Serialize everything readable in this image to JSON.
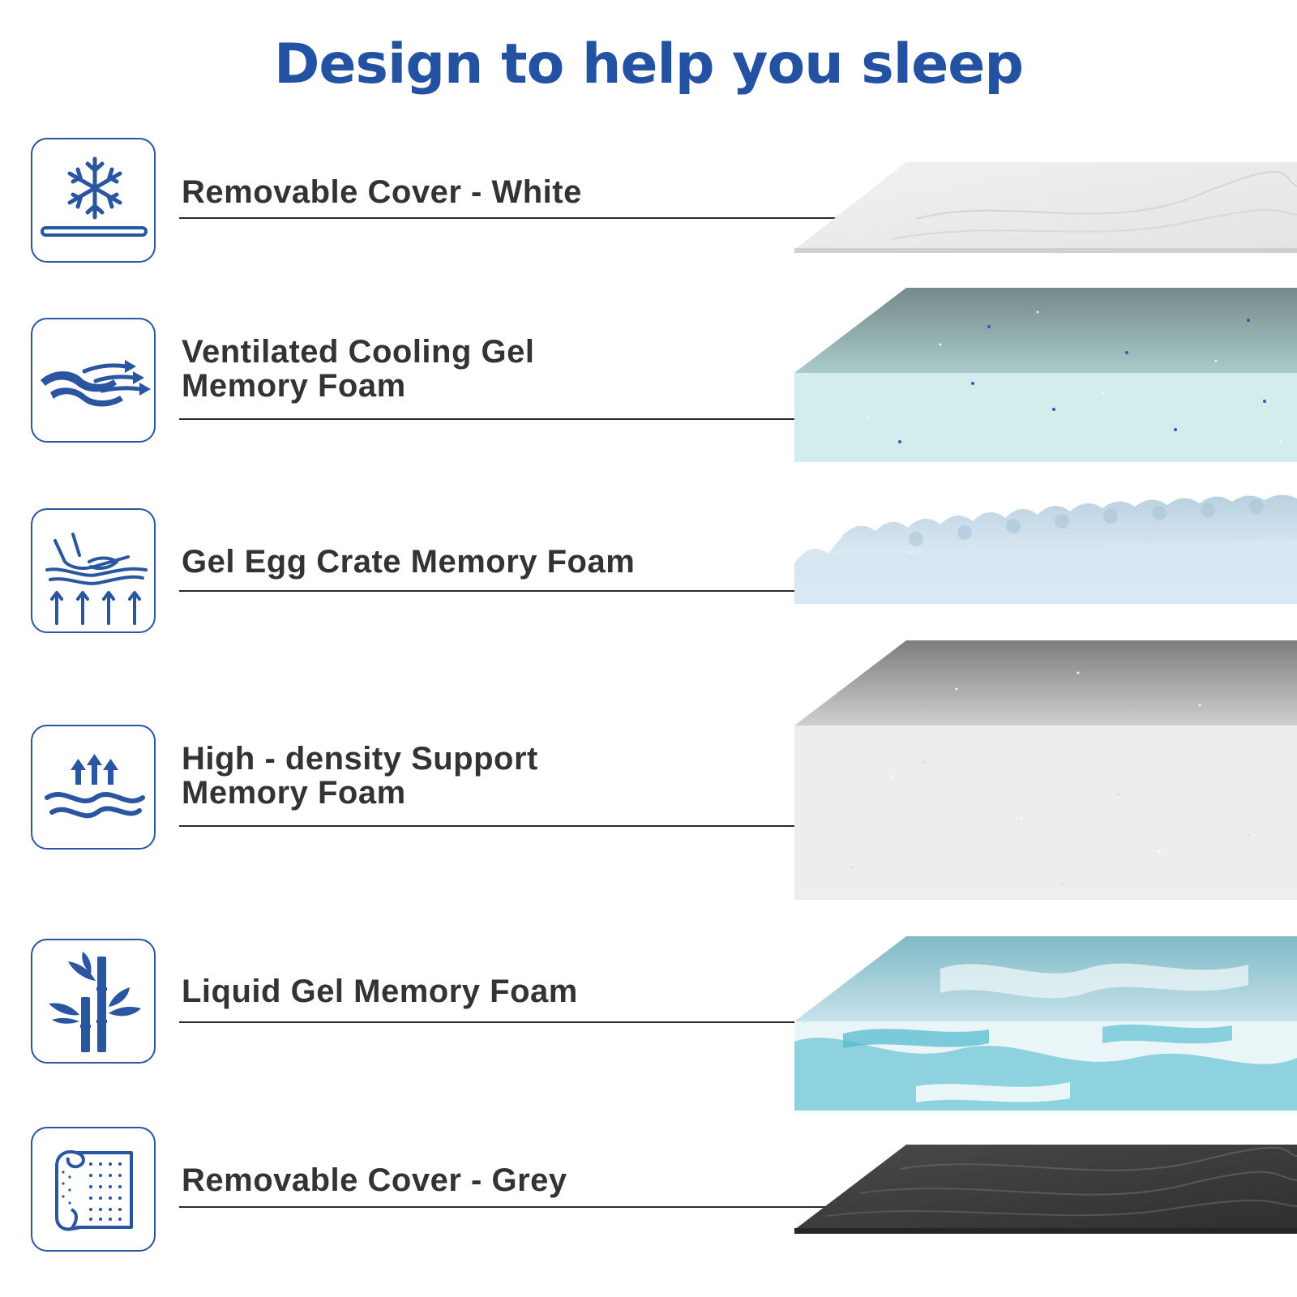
{
  "title": "Design to help you sleep",
  "colors": {
    "brand_blue": "#2452a3",
    "icon_blue": "#2a55a0",
    "text": "#333333",
    "leader_line": "#2b2b2b"
  },
  "layers": [
    {
      "label_lines": [
        "Removable Cover - White"
      ],
      "icon": "snowflake-icon"
    },
    {
      "label_lines": [
        "Ventilated Cooling Gel",
        "Memory Foam"
      ],
      "icon": "airflow-icon"
    },
    {
      "label_lines": [
        "Gel Egg Crate Memory Foam"
      ],
      "icon": "hand-pressure-icon"
    },
    {
      "label_lines": [
        "High - density Support",
        "Memory Foam"
      ],
      "icon": "wave-support-icon"
    },
    {
      "label_lines": [
        "Liquid Gel Memory Foam"
      ],
      "icon": "bamboo-icon"
    },
    {
      "label_lines": [
        "Removable Cover - Grey"
      ],
      "icon": "fabric-roll-icon"
    }
  ]
}
